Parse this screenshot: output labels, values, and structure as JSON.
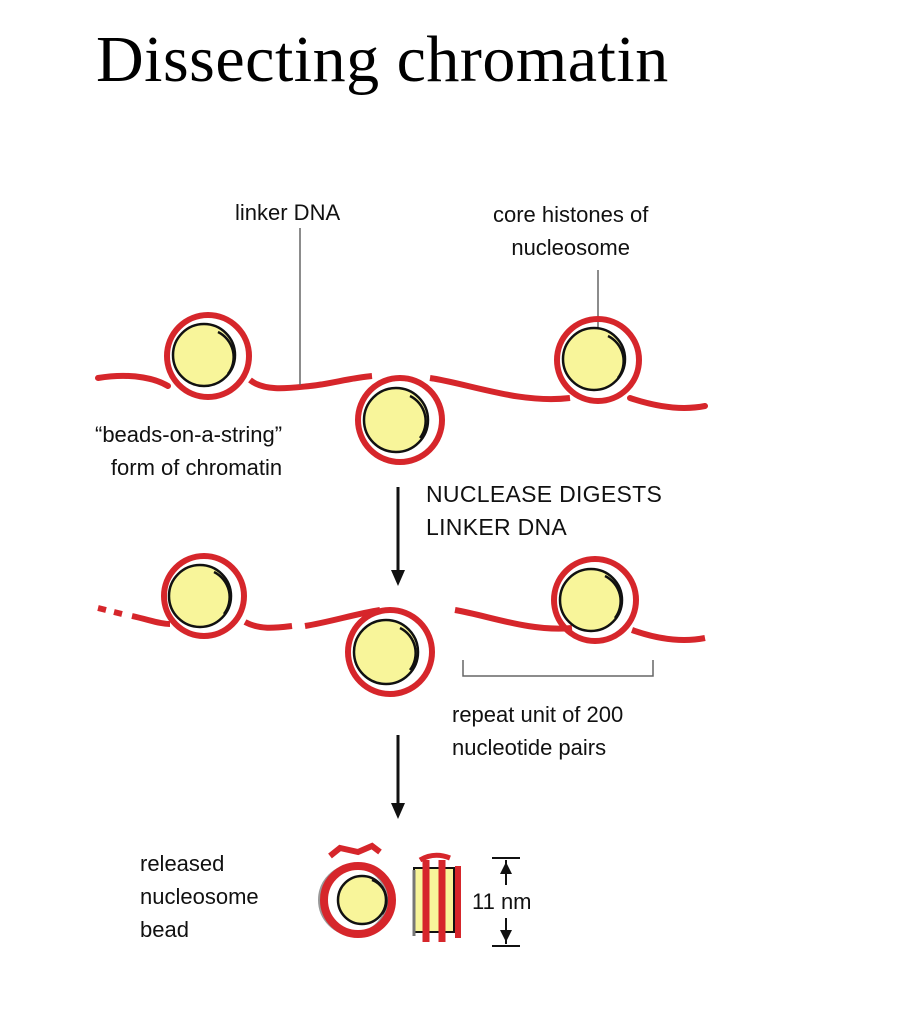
{
  "title": "Dissecting chromatin",
  "labels": {
    "linker_dna": "linker DNA",
    "core_histones": [
      "core histones of",
      "nucleosome"
    ],
    "beads_on_string": [
      "“beads-on-a-string”",
      "form of chromatin"
    ],
    "nuclease_step": [
      "NUCLEASE DIGESTS",
      "LINKER DNA"
    ],
    "repeat_unit": [
      "repeat unit of 200",
      "nucleotide pairs"
    ],
    "released_bead": [
      "released",
      "nucleosome",
      "bead"
    ],
    "size": "11 nm"
  },
  "colors": {
    "dna": "#d6262b",
    "histone": "#f8f59a",
    "outline": "#111111"
  }
}
